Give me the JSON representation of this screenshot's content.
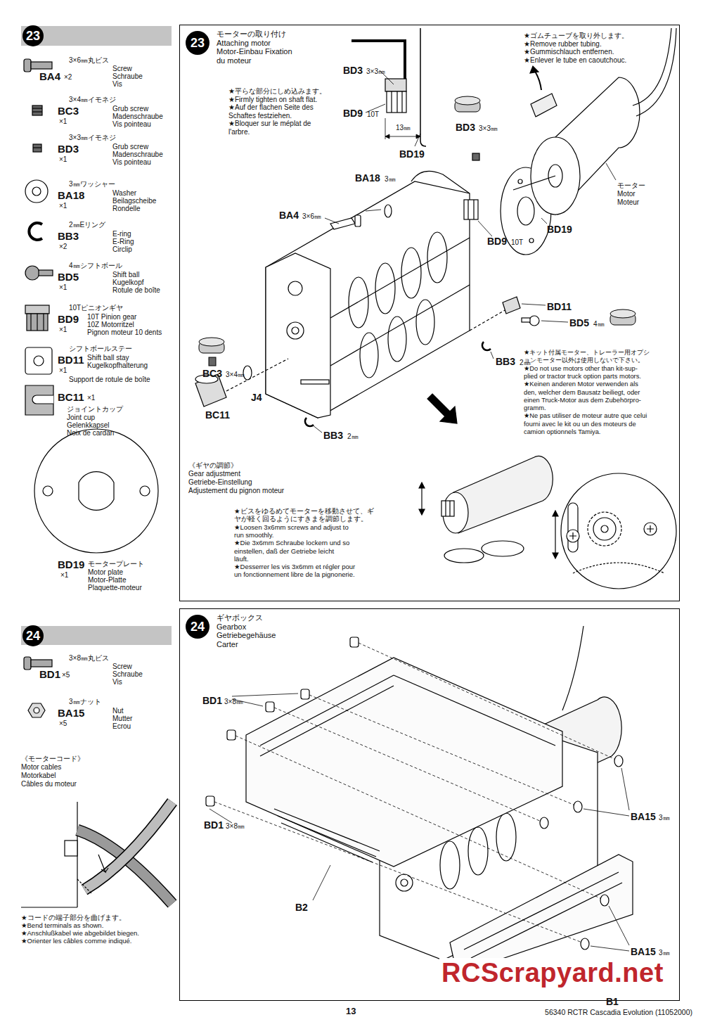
{
  "diagram": {
    "nodes": [
      {
        "text": [
          "23"
        ]
      },
      {
        "text": [
          "モーターの取り付け Attaching motor Motor-Einbau Fixation du moteur"
        ]
      },
      {
        "text": [
          "23"
        ],
        "in": 1
      },
      {
        "text": [
          "24"
        ]
      },
      {
        "text": [
          "ギヤボックス Gearbox Getriebegehäuse Carter"
        ]
      },
      {
        "text": [
          "24"
        ],
        "in": 4
      }
    ],
    "labels": [
      "BA4",
      "×2",
      "3×6㎜丸ビス",
      "Screw",
      "Schraube",
      "Vis",
      "BC3",
      "×1",
      "3×4㎜イモネジ",
      "Grub screw",
      "Madenschraube",
      "Vis pointeau",
      "BD3",
      "×1",
      "3×3㎜イモネジ",
      "Grub screw",
      "Madenschraube",
      "Vis pointeau",
      "BA18",
      "×1",
      "3㎜ワッシャー",
      "Washer",
      "Beilagscheibe",
      "Rondelle",
      "BB3",
      "×2",
      "2㎜Eリング",
      "E-ring",
      "E-Ring",
      "Circlip",
      "BD5",
      "×1",
      "4㎜シフトボール",
      "Shift ball",
      "Kugelkopf",
      "Rotule de boîte",
      "BD9",
      "×1",
      "10Tピニオンギヤ",
      "10T Pinion gear",
      "10Z Motorritzel",
      "Pignon moteur 10 dents",
      "BD11",
      "×1",
      "シフトボールステー",
      "Shift ball stay",
      "Kugelkopfhalterung",
      "Support de rotule de boîte",
      "BC11",
      "×1",
      "ジョイントカップ",
      "Joint cup",
      "Gelenkkapsel",
      "Noix de cardan",
      "BD19",
      "×1",
      "モータープレート",
      "Motor plate",
      "Motor-Platte",
      "Plaquette-moteur",
      "BD3",
      "3×3㎜",
      "BD9",
      "10T",
      "13㎜",
      "BD19",
      "★平らな部分にしめ込みます。",
      "★Firmly tighten on shaft flat.",
      "★Auf der flachen Seite des",
      "Schaftes festziehen.",
      "★Bloquer sur le méplat de",
      "l'arbre.",
      "★ゴムチューブを取り外します。",
      "★Remove rubber tubing.",
      "★Gummischlauch entfernen.",
      "★Enlever le tube en caoutchouc.",
      "BD3",
      "3×3㎜",
      "BA18",
      "3㎜",
      "BA4",
      "3×6㎜",
      "BD9",
      "10T",
      "BD19",
      "モーター",
      "Motor",
      "Moteur",
      "BD11",
      "BC3",
      "3×4㎜",
      "BD5",
      "4㎜",
      "BB3",
      "2㎜",
      "BC11",
      "J4",
      "BB3",
      "2㎜",
      "★キット付属モーター、トレーラー用オプシ",
      "ョンモーター以外は使用しないで下さい。",
      "★Do not use motors other than kit-sup-",
      "plied or tractor truck option parts motors.",
      "★Keinen anderen Motor verwenden als",
      "den, welcher dem Bausatz beiliegt, oder",
      "einen Truck-Motor aus dem Zubehörpro-",
      "gramm.",
      "★Ne pas utiliser de moteur autre que celui",
      "fourni avec le kit ou un des moteurs de",
      "camion optionnels Tamiya.",
      "《ギヤの調節》",
      "Gear adjustment",
      "Getriebe-Einstellung",
      "Adjustement du pignon moteur",
      "★ビスをゆるめてモーターを移動させて、ギ",
      "ヤが軽く回るようにすきまを調節します。",
      "★Loosen 3x6mm screws and adjust to",
      "run smoothly.",
      "★Die 3x6mm Schraube lockern und so",
      "einstellen, daß der Getriebe leicht",
      "läuft.",
      "★Desserrer les vis 3x6mm et régler pour",
      "un fonctionnement libre de la pignonerie.",
      "BD1",
      "×5",
      "3×8㎜丸ビス",
      "Screw",
      "Schraube",
      "Vis",
      "BA15",
      "×5",
      "3㎜ナット",
      "Nut",
      "Mutter",
      "Ecrou",
      "《モーターコード》",
      "Motor cables",
      "Motorkabel",
      "Câbles du moteur",
      "★コードの端子部分を曲げます。",
      "★Bend terminals as shown.",
      "★Anschlußkabel wie abgebildet biegen.",
      "★Orienter les câbles comme indiqué.",
      "BD1",
      "3×8㎜",
      "BD1",
      "3×8㎜",
      "B2",
      "BA15",
      "3㎜",
      "BA15",
      "3㎜",
      "B1",
      "13",
      "56340 RCTR Cascadia Evolution (11052000)",
      "RCScrapyard.net"
    ]
  }
}
